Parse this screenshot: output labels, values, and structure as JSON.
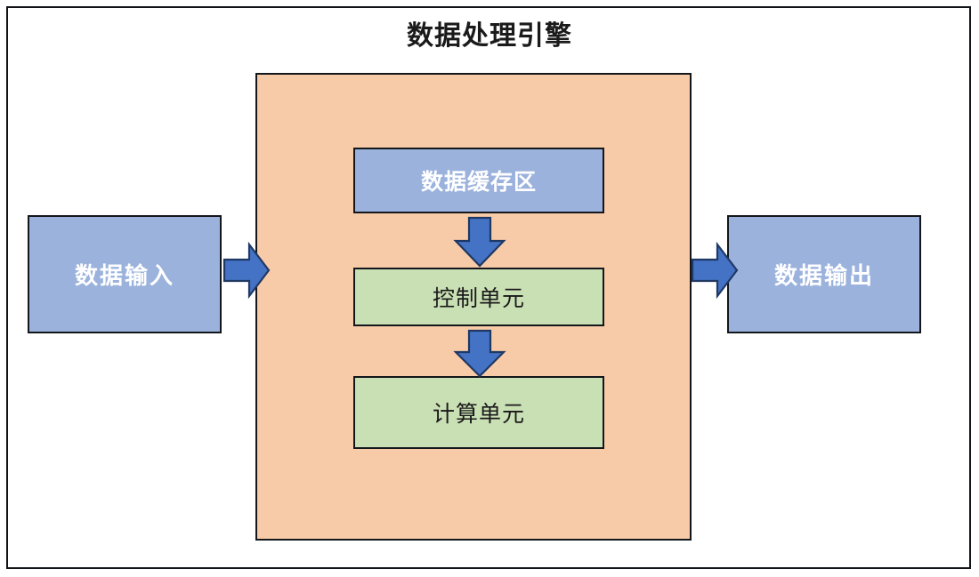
{
  "diagram": {
    "title": "数据处理引擎",
    "container": {
      "name": "engine-container",
      "fill": "#F7CBA7",
      "stroke": "#13161B"
    },
    "colors": {
      "blue_fill": "#9BB2DD",
      "green_fill": "#C9DFB4",
      "orange_fill": "#F7CBA7",
      "arrow_fill": "#4472C4",
      "arrow_stroke": "#1F3864",
      "box_stroke": "#13161B",
      "title_color": "#1A1A1A",
      "blue_text": "#FFFFFF",
      "green_text": "#1A1A1A",
      "page_background": "#FFFFFF"
    },
    "nodes": [
      {
        "id": "input",
        "label": "数据输入",
        "style": "blue"
      },
      {
        "id": "cache",
        "label": "数据缓存区",
        "style": "blue"
      },
      {
        "id": "control",
        "label": "控制单元",
        "style": "green"
      },
      {
        "id": "compute",
        "label": "计算单元",
        "style": "green"
      },
      {
        "id": "output",
        "label": "数据输出",
        "style": "blue"
      }
    ],
    "arrows": [
      {
        "id": "input-to-engine",
        "direction": "right",
        "from": "input",
        "to": "engine-container"
      },
      {
        "id": "cache-to-control",
        "direction": "down",
        "from": "cache",
        "to": "control"
      },
      {
        "id": "control-to-compute",
        "direction": "down",
        "from": "control",
        "to": "compute"
      },
      {
        "id": "engine-to-output",
        "direction": "right",
        "from": "engine-container",
        "to": "output"
      }
    ]
  }
}
